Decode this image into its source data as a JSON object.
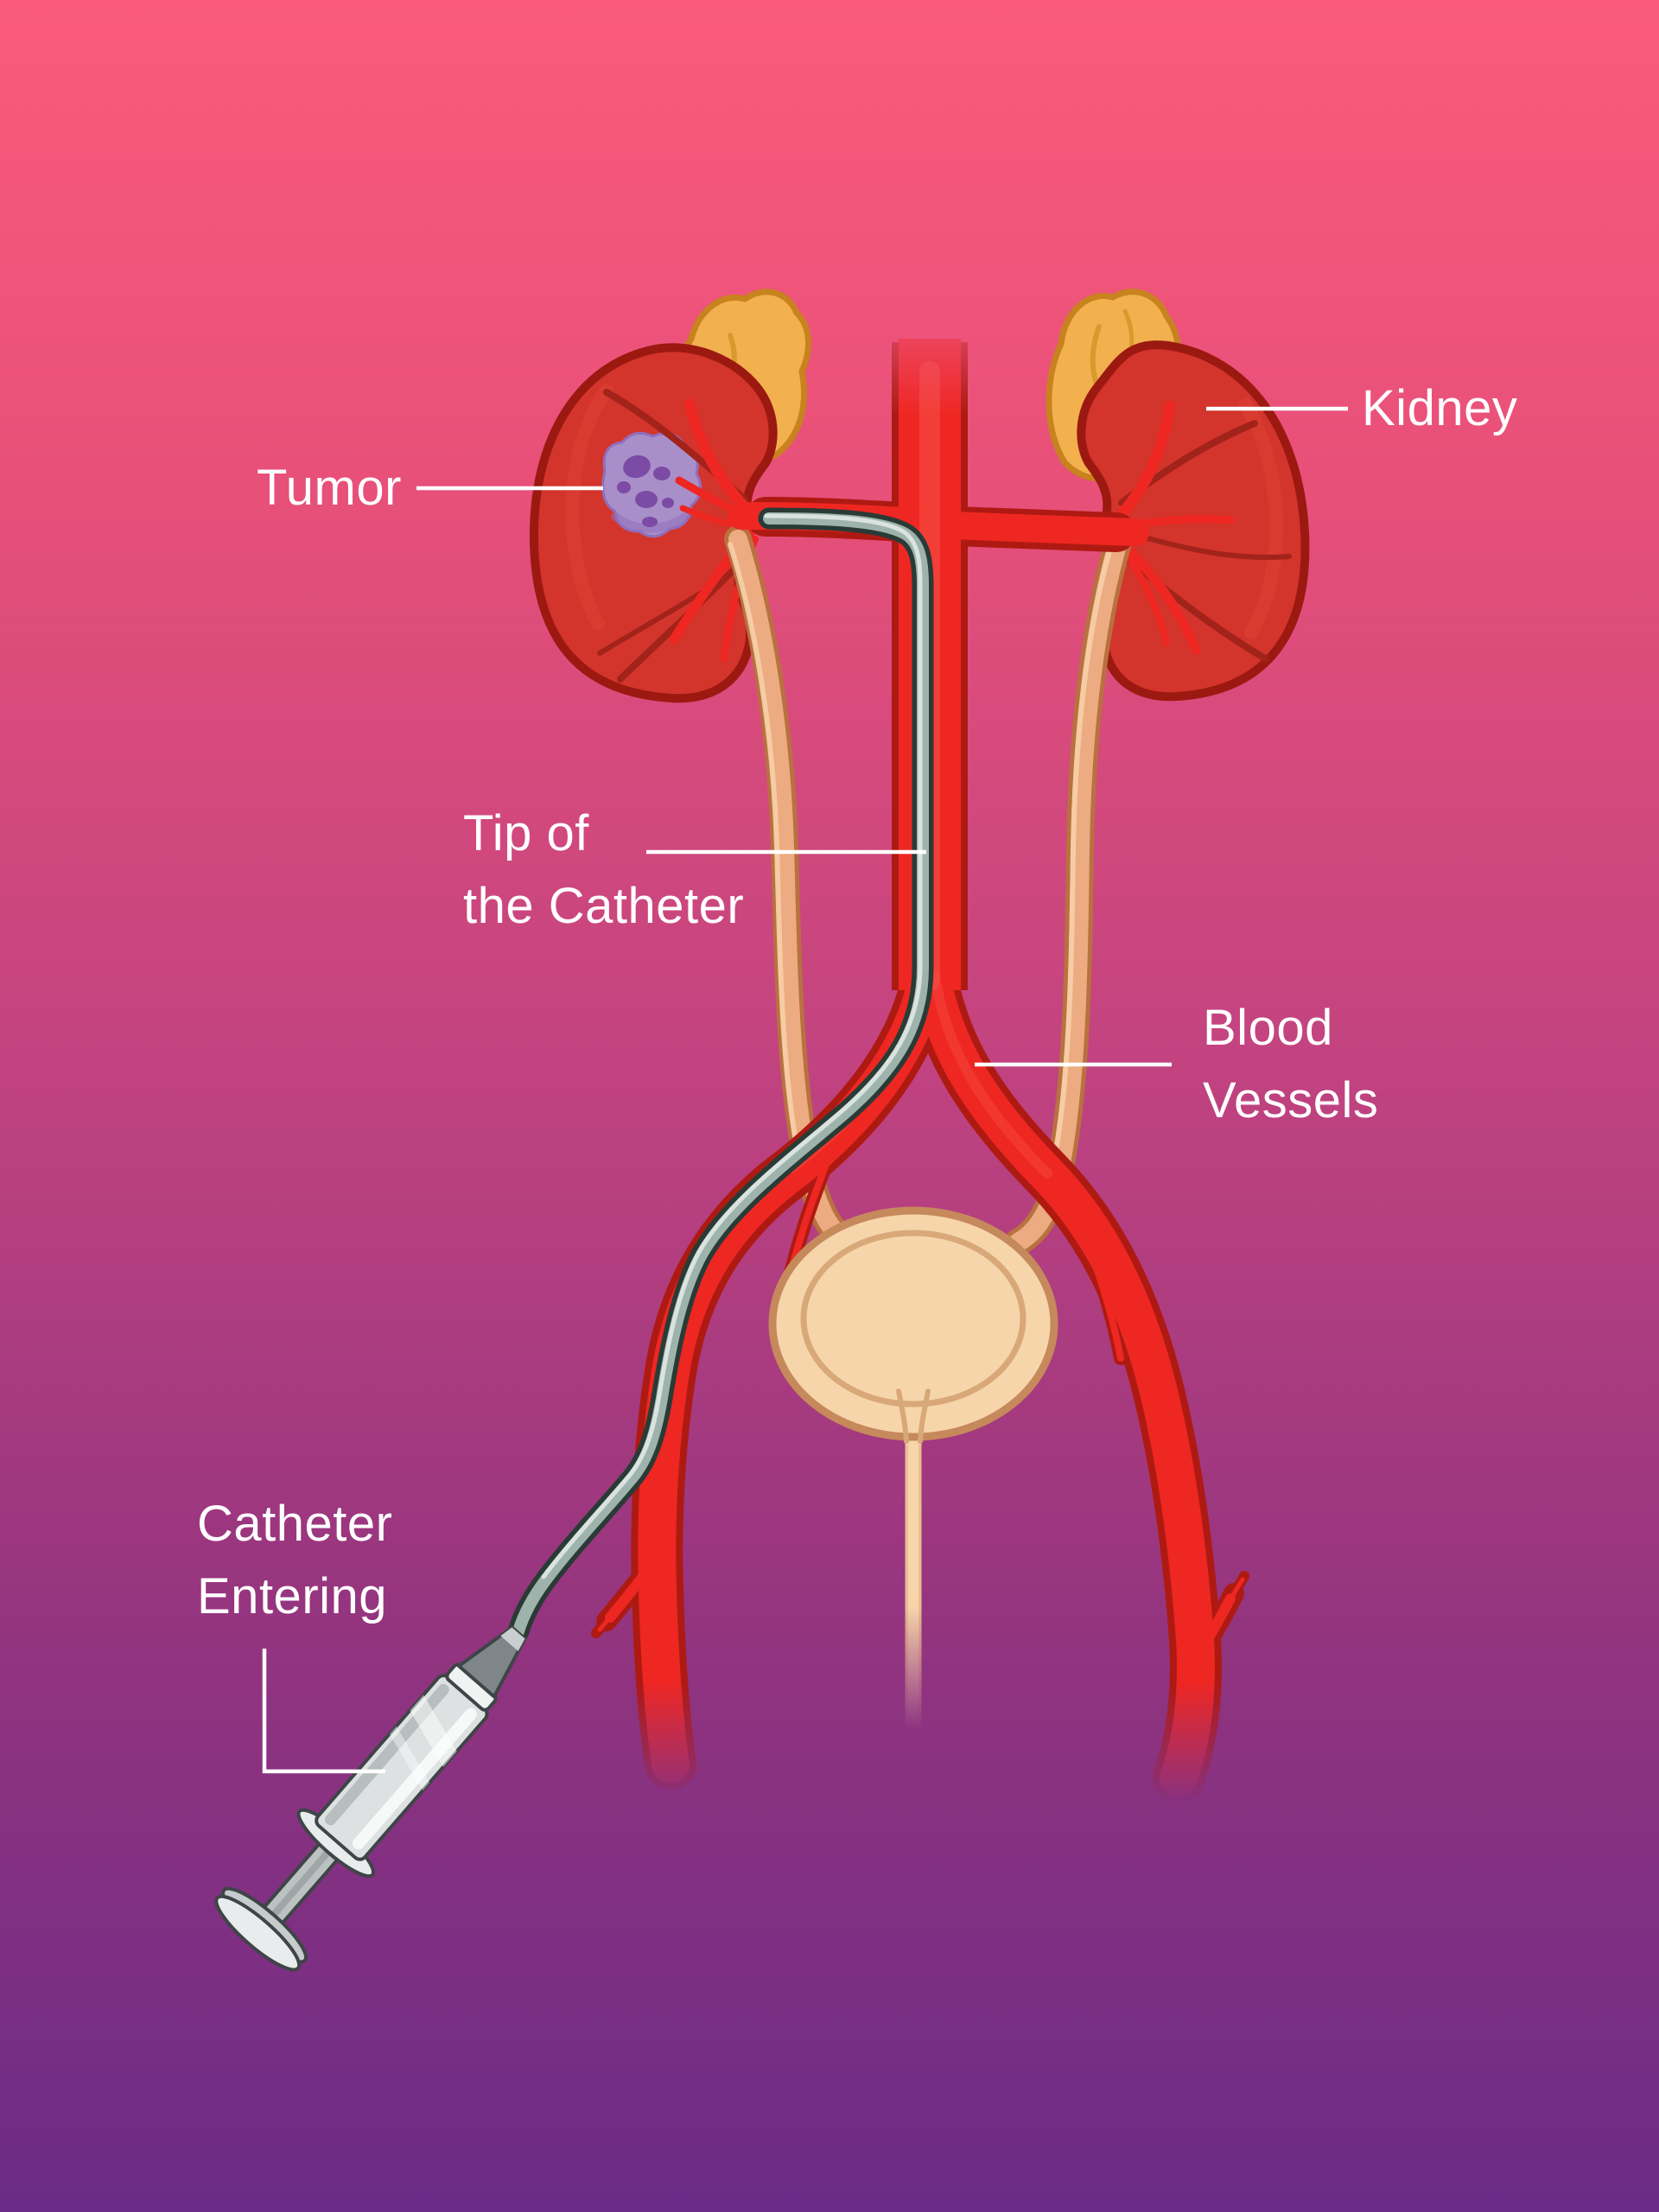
{
  "diagram": {
    "labels": {
      "tumor": "Tumor",
      "kidney": "Kidney",
      "tip_of_catheter": {
        "line1": "Tip of",
        "line2": "the Catheter"
      },
      "blood_vessels": {
        "line1": "Blood",
        "line2": "Vessels"
      },
      "catheter_entering": {
        "line1": "Catheter",
        "line2": "Entering"
      }
    },
    "colors": {
      "background_top": "#FB5A7C",
      "background_middle": "#C24380",
      "background_bottom": "#6B2B86",
      "artery_fill": "#EE2722",
      "artery_outline": "#AE1A12",
      "kidney_fill": "#D3342B",
      "kidney_outline": "#9C1911",
      "adrenal_fill": "#F2B04E",
      "adrenal_outline": "#C8821E",
      "tumor_fill": "#A98FC9",
      "tumor_spots": "#7C4BA6",
      "ureter_fill": "#ECAB80",
      "ureter_outline": "#B8713F",
      "bladder_fill": "#F6D5AB",
      "bladder_outline": "#C6895B",
      "catheter_outline": "#2A3B36",
      "catheter_fill": "#9FB3AD",
      "catheter_highlight": "#DDE6E2",
      "syringe_body": "#DDE1E1",
      "syringe_dark": "#7E8689",
      "label_text": "#FFFFFF"
    }
  }
}
